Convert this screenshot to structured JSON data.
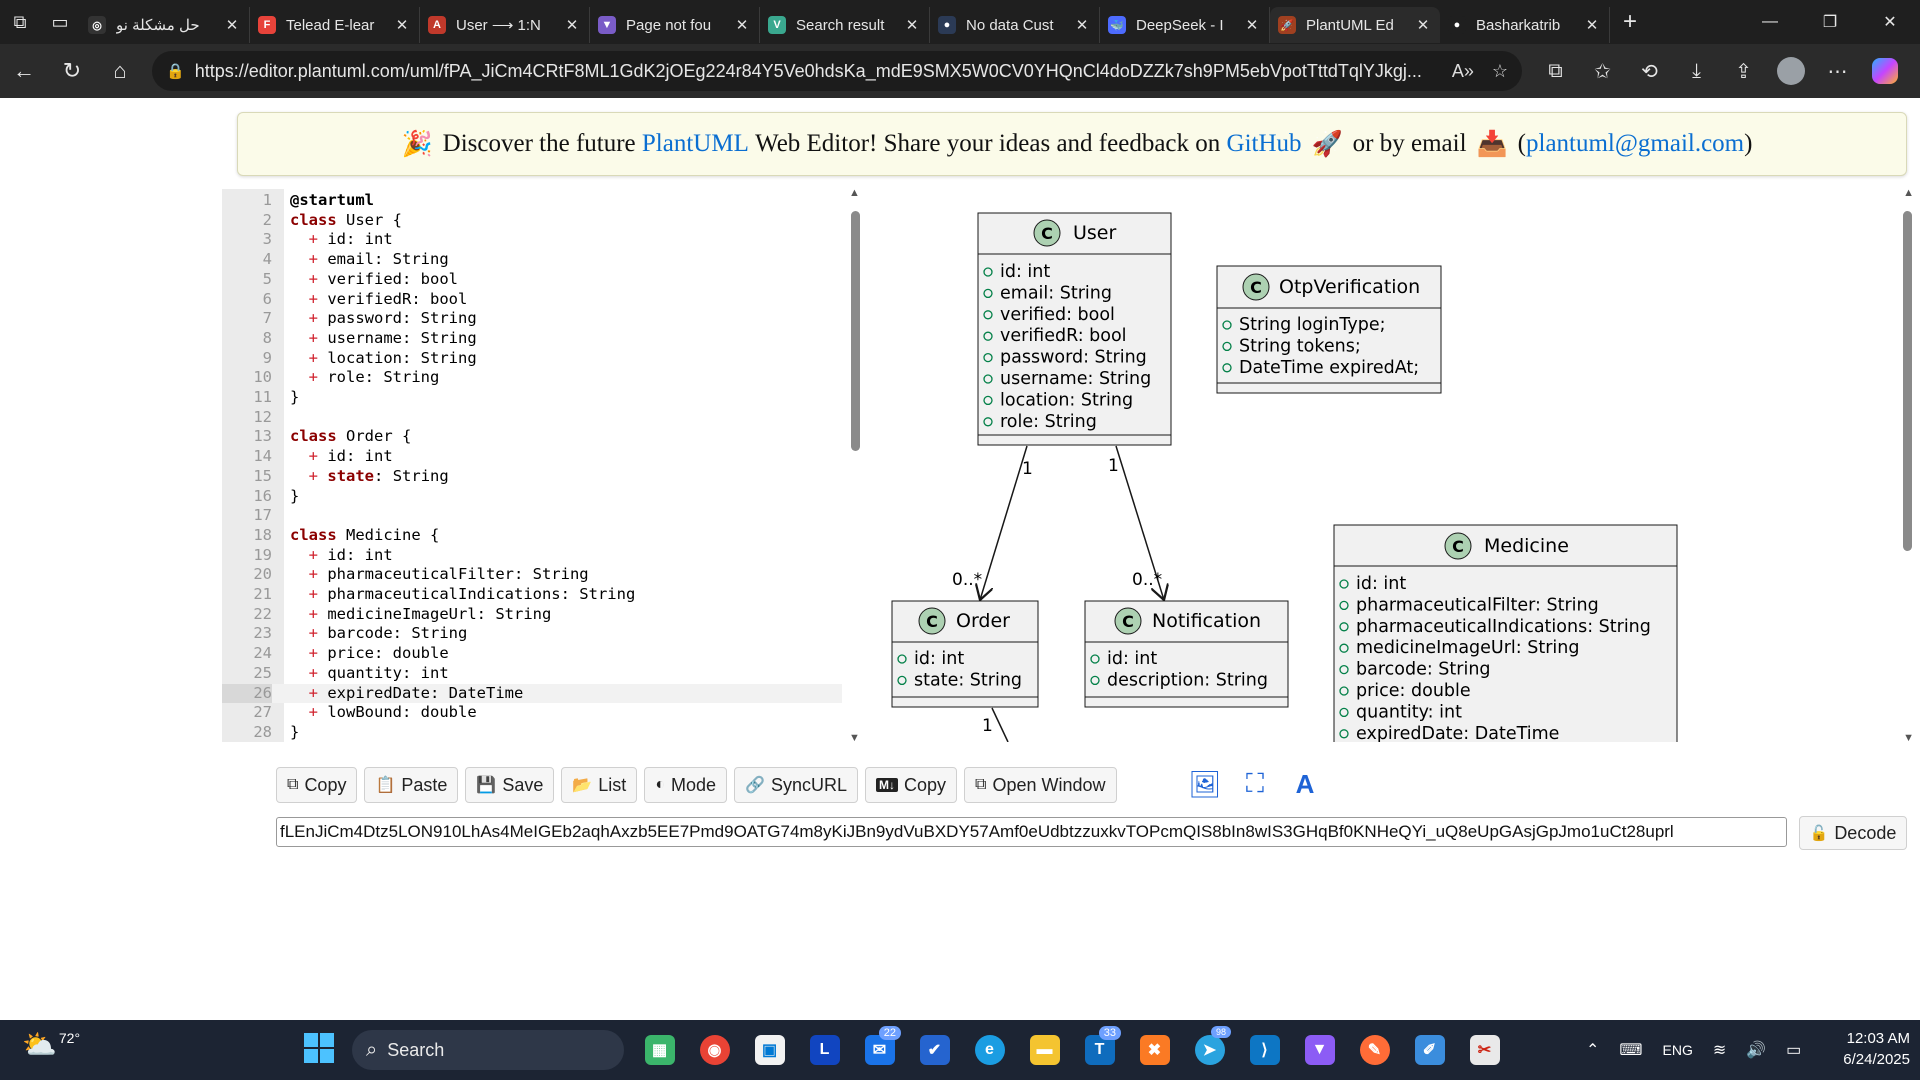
{
  "browser": {
    "tabs": [
      {
        "label": "حل مشكلة نو",
        "favicon_color": "#333333",
        "favicon_glyph": "◎"
      },
      {
        "label": "Telead E-lear",
        "favicon_color": "#e7433a",
        "favicon_glyph": "F"
      },
      {
        "label": "User ⟶ 1:N",
        "favicon_color": "#c0392b",
        "favicon_glyph": "A"
      },
      {
        "label": "Page not fou",
        "favicon_color": "#7a5cc7",
        "favicon_glyph": "▼"
      },
      {
        "label": "Search result",
        "favicon_color": "#3aa88f",
        "favicon_glyph": "V"
      },
      {
        "label": "No data Cust",
        "favicon_color": "#2b3a55",
        "favicon_glyph": "●"
      },
      {
        "label": "DeepSeek - I",
        "favicon_color": "#4d6bfe",
        "favicon_glyph": "🐳"
      },
      {
        "label": "PlantUML Ed",
        "favicon_color": "#a04020",
        "favicon_glyph": "🚀",
        "active": true
      },
      {
        "label": "Basharkatrib",
        "favicon_color": "#1f1f1f",
        "favicon_glyph": "●"
      }
    ],
    "url": "https://editor.plantuml.com/uml/fPA_JiCm4CRtF8ML1GdK2jOEg224r84Y5Ve0hdsKa_mdE9SMX5W0CV0YHQnCl4doDZZk7sh9PM5ebVpotTttdTqlYJkgj..."
  },
  "banner": {
    "prefix": "Discover the future",
    "link1": "PlantUML",
    "middle": "Web Editor! Share your ideas and feedback on",
    "link2": "GitHub",
    "or_email": "or by email",
    "email_link": "plantuml@gmail.com"
  },
  "editor": {
    "lines": [
      "@startuml",
      "class User {",
      "  + id: int",
      "  + email: String",
      "  + verified: bool",
      "  + verifiedR: bool",
      "  + password: String",
      "  + username: String",
      "  + location: String",
      "  + role: String",
      "}",
      "",
      "class Order {",
      "  + id: int",
      "  + state: String",
      "}",
      "",
      "class Medicine {",
      "  + id: int",
      "  + pharmaceuticalFilter: String",
      "  + pharmaceuticalIndications: String",
      "  + medicineImageUrl: String",
      "  + barcode: String",
      "  + price: double",
      "  + quantity: int",
      "  + expiredDate: DateTime",
      "  + lowBound: double",
      "}"
    ],
    "highlighted_line": 26
  },
  "diagram": {
    "classes": {
      "user": {
        "name": "User",
        "fields": [
          "id: int",
          "email: String",
          "verified: bool",
          "verifiedR: bool",
          "password: String",
          "username: String",
          "location: String",
          "role: String"
        ]
      },
      "otp": {
        "name": "OtpVerification",
        "fields": [
          "String loginType;",
          "String tokens;",
          "DateTime expiredAt;"
        ]
      },
      "order": {
        "name": "Order",
        "fields": [
          "id: int",
          "state: String"
        ]
      },
      "notification": {
        "name": "Notification",
        "fields": [
          "id: int",
          "description: String"
        ]
      },
      "medicine": {
        "name": "Medicine",
        "fields": [
          "id: int",
          "pharmaceuticalFilter: String",
          "pharmaceuticalIndications: String",
          "medicineImageUrl: String",
          "barcode: String",
          "price: double",
          "quantity: int",
          "expiredDate: DateTime"
        ]
      }
    },
    "multiplicities": {
      "user_order": "1",
      "user_notification": "1",
      "order_many": "0..*",
      "notification_many": "0..*",
      "order_bottom": "1"
    },
    "class_badge": "C"
  },
  "toolbar": {
    "copy_label": "Copy",
    "paste_label": "Paste",
    "save_label": "Save",
    "list_label": "List",
    "mode_label": "Mode",
    "syncurl_label": "SyncURL",
    "copy_md_label": "Copy",
    "open_window_label": "Open Window"
  },
  "encoded_field": {
    "value": "fLEnJiCm4Dtz5LON910LhAs4MeIGEb2aqhAxzb5EE7Pmd9OATG74m8yKiJBn9ydVuBXDY57Amf0eUdbtzzuxkvTOPcmQIS8bIn8wIS3GHqBf0KNHeQYi_uQ8eUpGAsjGpJmo1uCt28uprl"
  },
  "decode_label": "Decode",
  "taskbar": {
    "weather_temp": "72°",
    "search_placeholder": "Search",
    "badges": {
      "mail": "22",
      "teams": "33",
      "telegram": "98"
    },
    "language": "ENG",
    "time": "12:03 AM",
    "date": "6/24/2025"
  }
}
